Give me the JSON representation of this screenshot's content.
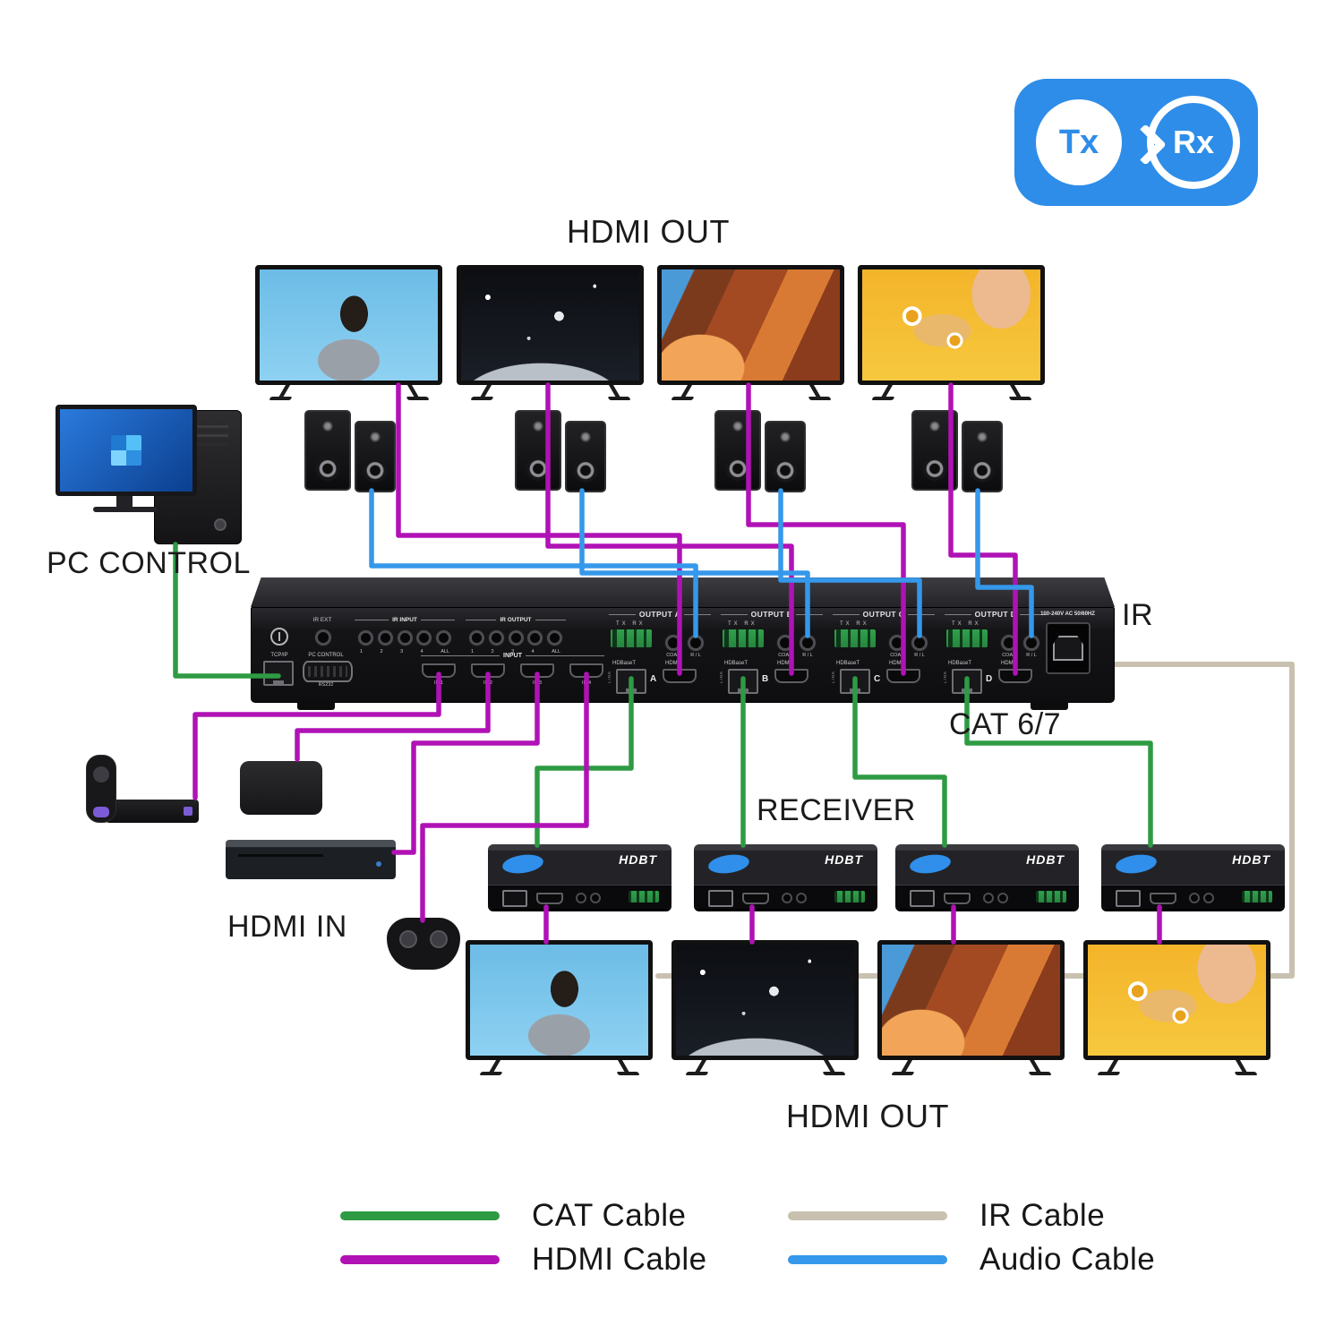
{
  "badge": {
    "tx": "Tx",
    "rx": "Rx",
    "color": "#2e8de8"
  },
  "sections": {
    "hdmi_out_top": "HDMI OUT",
    "pc_control": "PC CONTROL",
    "ir": "IR",
    "cat": "CAT 6/7",
    "receiver": "RECEIVER",
    "hdmi_in": "HDMI IN",
    "hdmi_out_bottom": "HDMI OUT"
  },
  "matrix": {
    "power_rating": "100-240V AC 50/60HZ",
    "ir_ext": "IR EXT",
    "ir_input": "IR INPUT",
    "ir_output": "IR OUTPUT",
    "ir_jacks": [
      "1",
      "2",
      "3",
      "4",
      "ALL"
    ],
    "tcpip": "TCP/IP",
    "pc_control": "PC CONTROL",
    "rs232": "RS232",
    "input": "INPUT",
    "inputs": [
      "IN 1",
      "IN 2",
      "IN 3",
      "IN 4"
    ],
    "outputs": [
      {
        "label": "OUTPUT A",
        "letter": "A",
        "txrx": "TX RX",
        "coax": "COAX",
        "rl": "R / L",
        "hdbaset": "HDBaseT",
        "link": "LINK",
        "hdmi": "HDMI"
      },
      {
        "label": "OUTPUT B",
        "letter": "B",
        "txrx": "TX RX",
        "coax": "COAX",
        "rl": "R / L",
        "hdbaset": "HDBaseT",
        "link": "LINK",
        "hdmi": "HDMI"
      },
      {
        "label": "OUTPUT C",
        "letter": "C",
        "txrx": "TX RX",
        "coax": "COAX",
        "rl": "R / L",
        "hdbaset": "HDBaseT",
        "link": "LINK",
        "hdmi": "HDMI"
      },
      {
        "label": "OUTPUT D",
        "letter": "D",
        "txrx": "TX RX",
        "coax": "COAX",
        "rl": "R / L",
        "hdbaset": "HDBaseT",
        "link": "LINK",
        "hdmi": "HDMI"
      }
    ]
  },
  "receiver_unit": {
    "brand": "HDBT"
  },
  "legend": [
    {
      "label": "CAT Cable",
      "color": "#2e9b44"
    },
    {
      "label": "IR Cable",
      "color": "#c9c1b0"
    },
    {
      "label": "HDMI Cable",
      "color": "#b012b5"
    },
    {
      "label": "Audio Cable",
      "color": "#3598ea"
    }
  ]
}
